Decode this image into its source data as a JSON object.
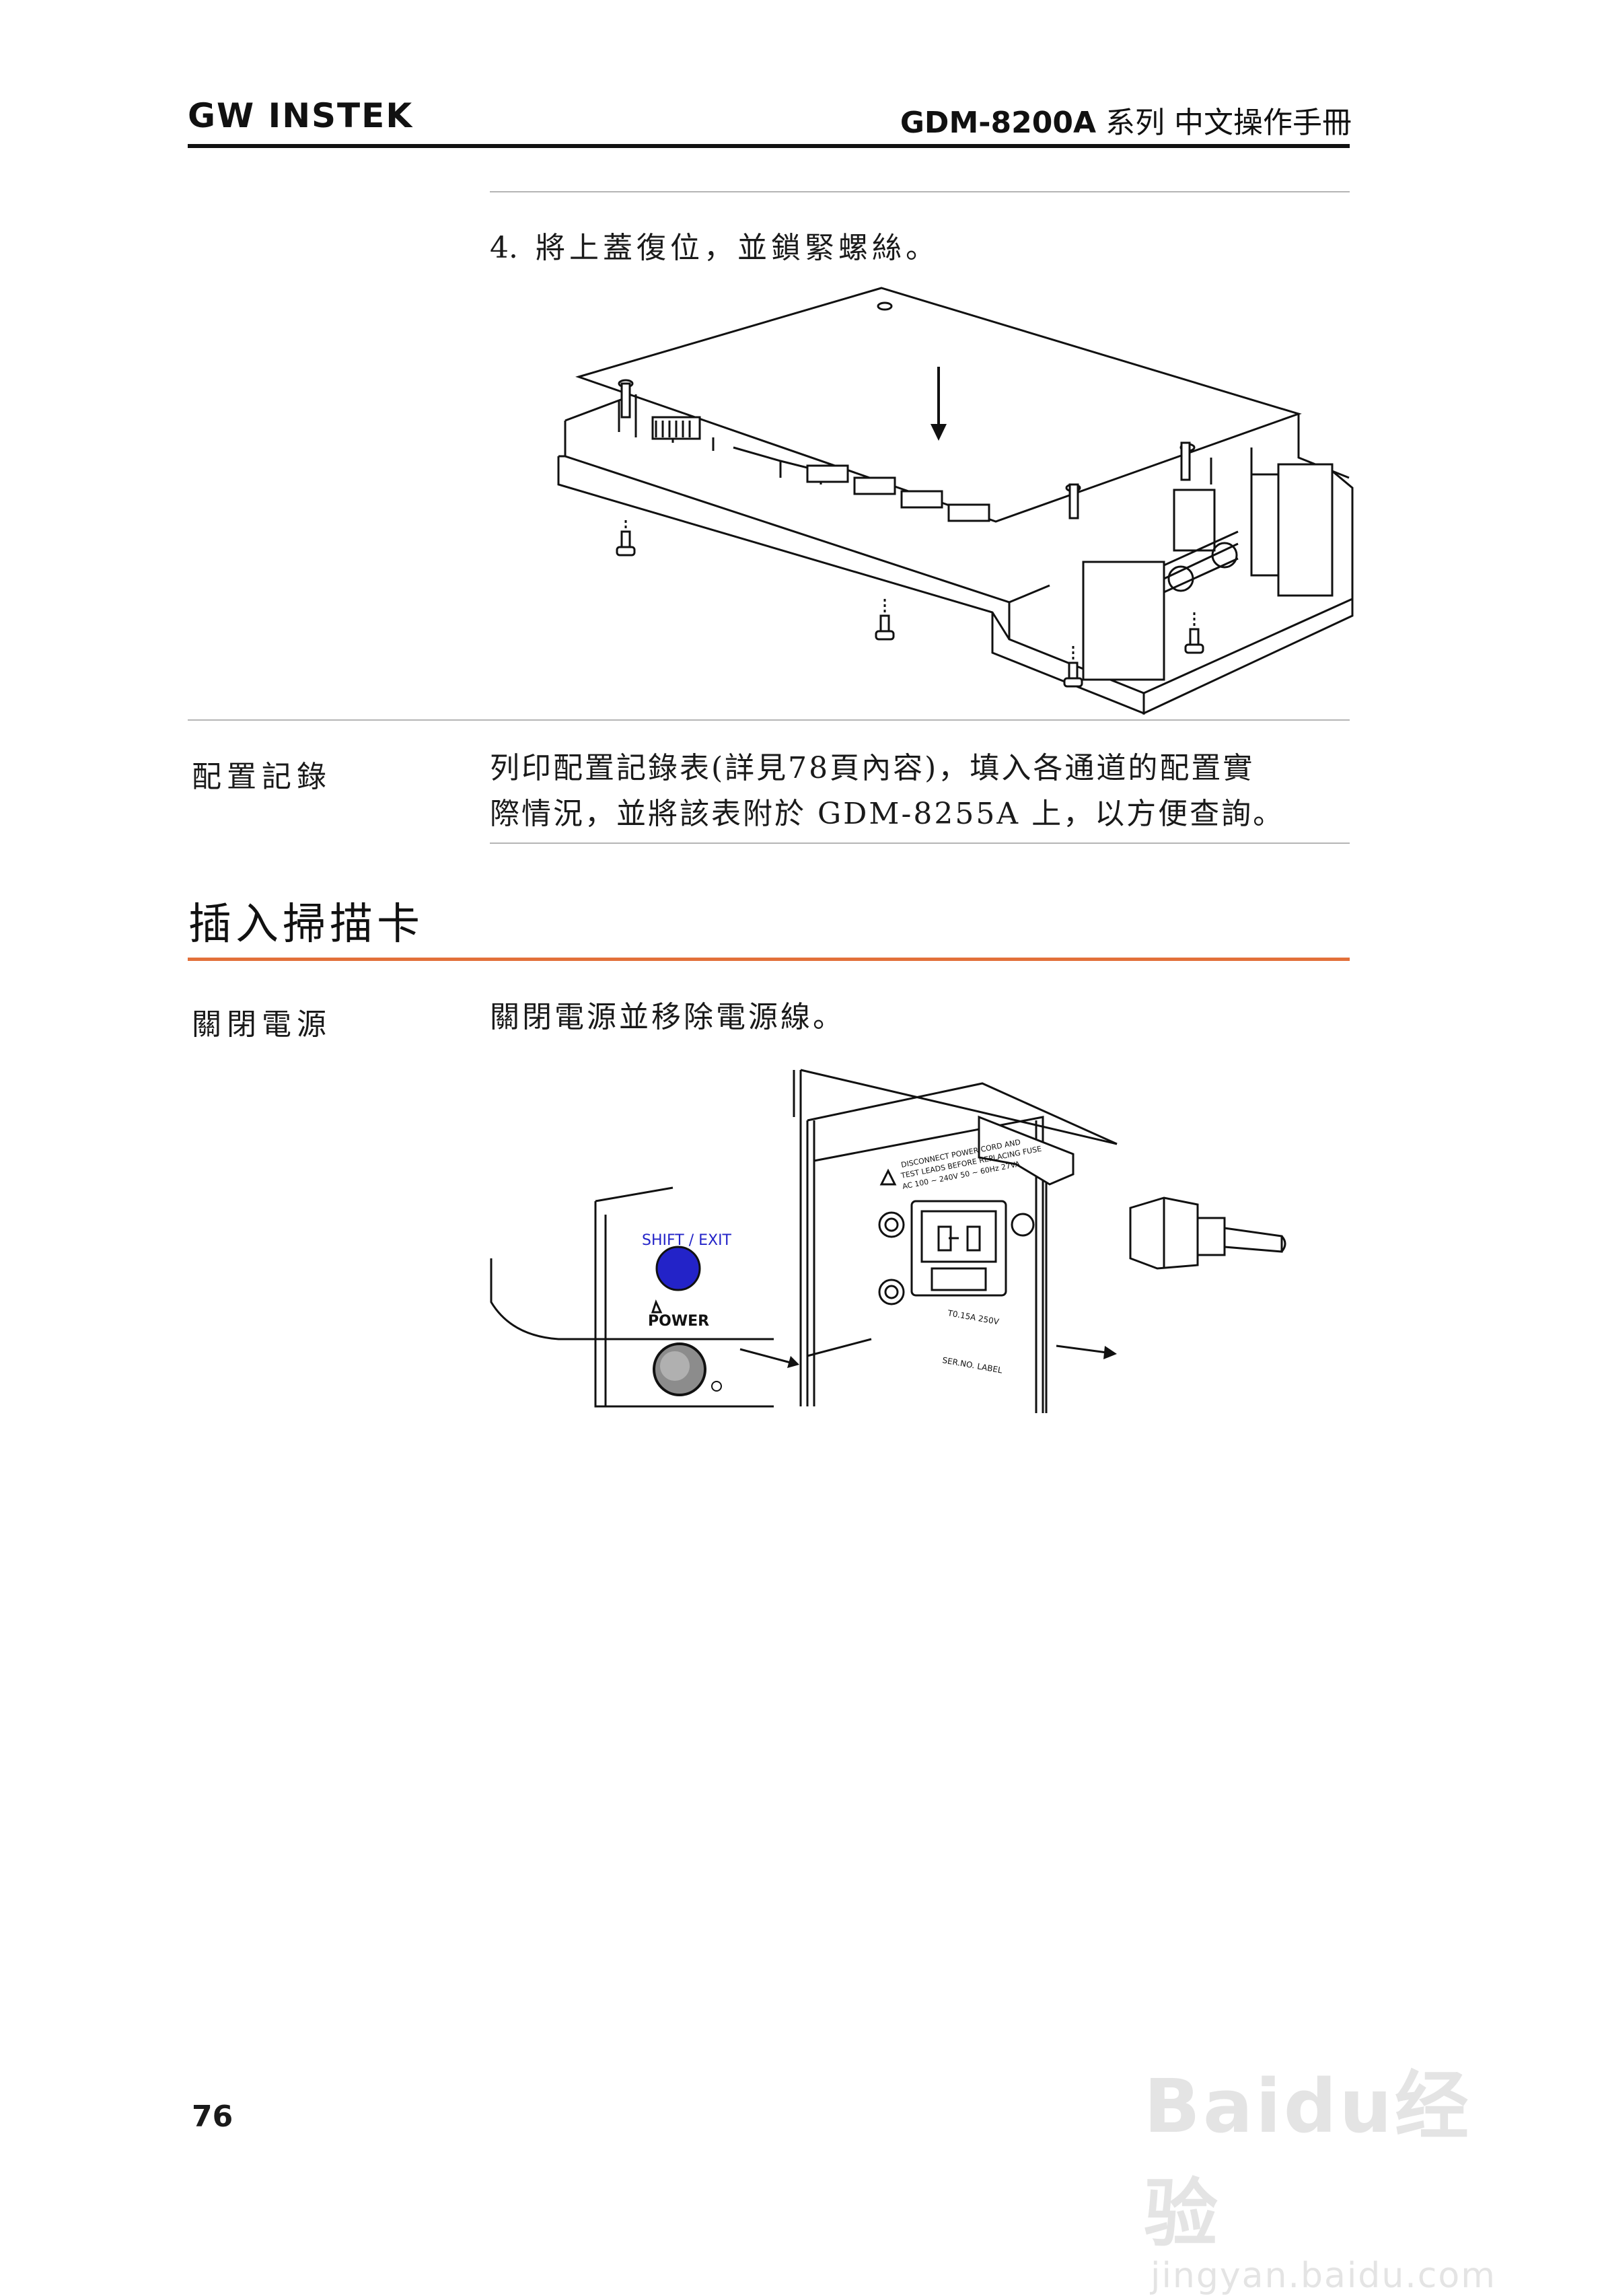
{
  "header": {
    "logo": "GW INSTEK",
    "model": "GDM-8200A",
    "title_rest": " 系列  中文操作手冊"
  },
  "step4": {
    "number": "4.",
    "text": "將上蓋復位，並鎖緊螺絲。"
  },
  "config_record": {
    "label": "配置記錄",
    "line1": "列印配置記錄表(詳見78頁內容)，填入各通道的配置實",
    "line2": "際情況，並將該表附於 GDM-8255A 上，以方便查詢。"
  },
  "section": {
    "title": "插入掃描卡"
  },
  "power_off": {
    "label": "關閉電源",
    "text": "關閉電源並移除電源線。"
  },
  "figure2": {
    "shift_exit": "SHIFT / EXIT",
    "power": "POWER",
    "warning_line1": "DISCONNECT POWER CORD AND",
    "warning_line2": "TEST LEADS BEFORE REPLACING FUSE",
    "warning_line3": "AC 100 ~ 240V  50 ~ 60Hz  27VA",
    "fuse": "T0.15A  250V",
    "serial": "SER.NO. LABEL"
  },
  "footer": {
    "page_number": "76"
  },
  "watermark": {
    "main": "Baidu经验",
    "sub": "jingyan.baidu.com"
  }
}
